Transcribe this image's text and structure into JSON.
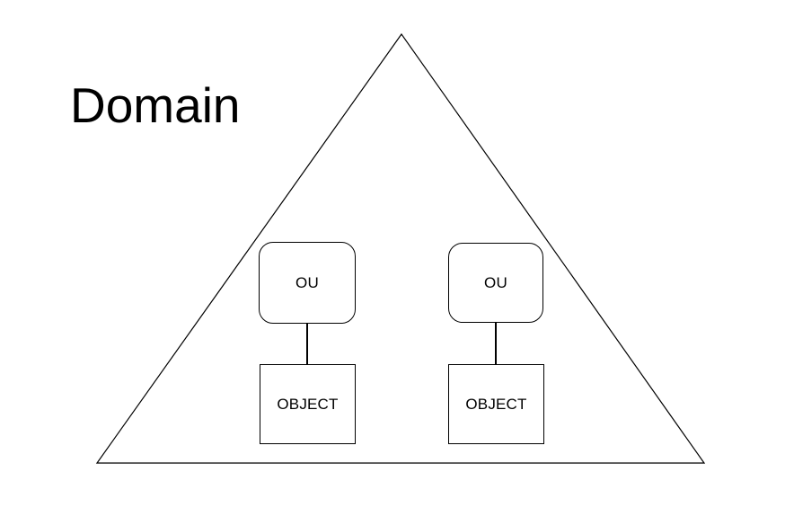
{
  "diagram": {
    "domain_label": "Domain",
    "triangle_shape": "triangle-outline",
    "groups": [
      {
        "ou_label": "OU",
        "object_label": "OBJECT"
      },
      {
        "ou_label": "OU",
        "object_label": "OBJECT"
      }
    ],
    "colors": {
      "background": "#ffffff",
      "stroke": "#000000",
      "text": "#000000"
    }
  }
}
